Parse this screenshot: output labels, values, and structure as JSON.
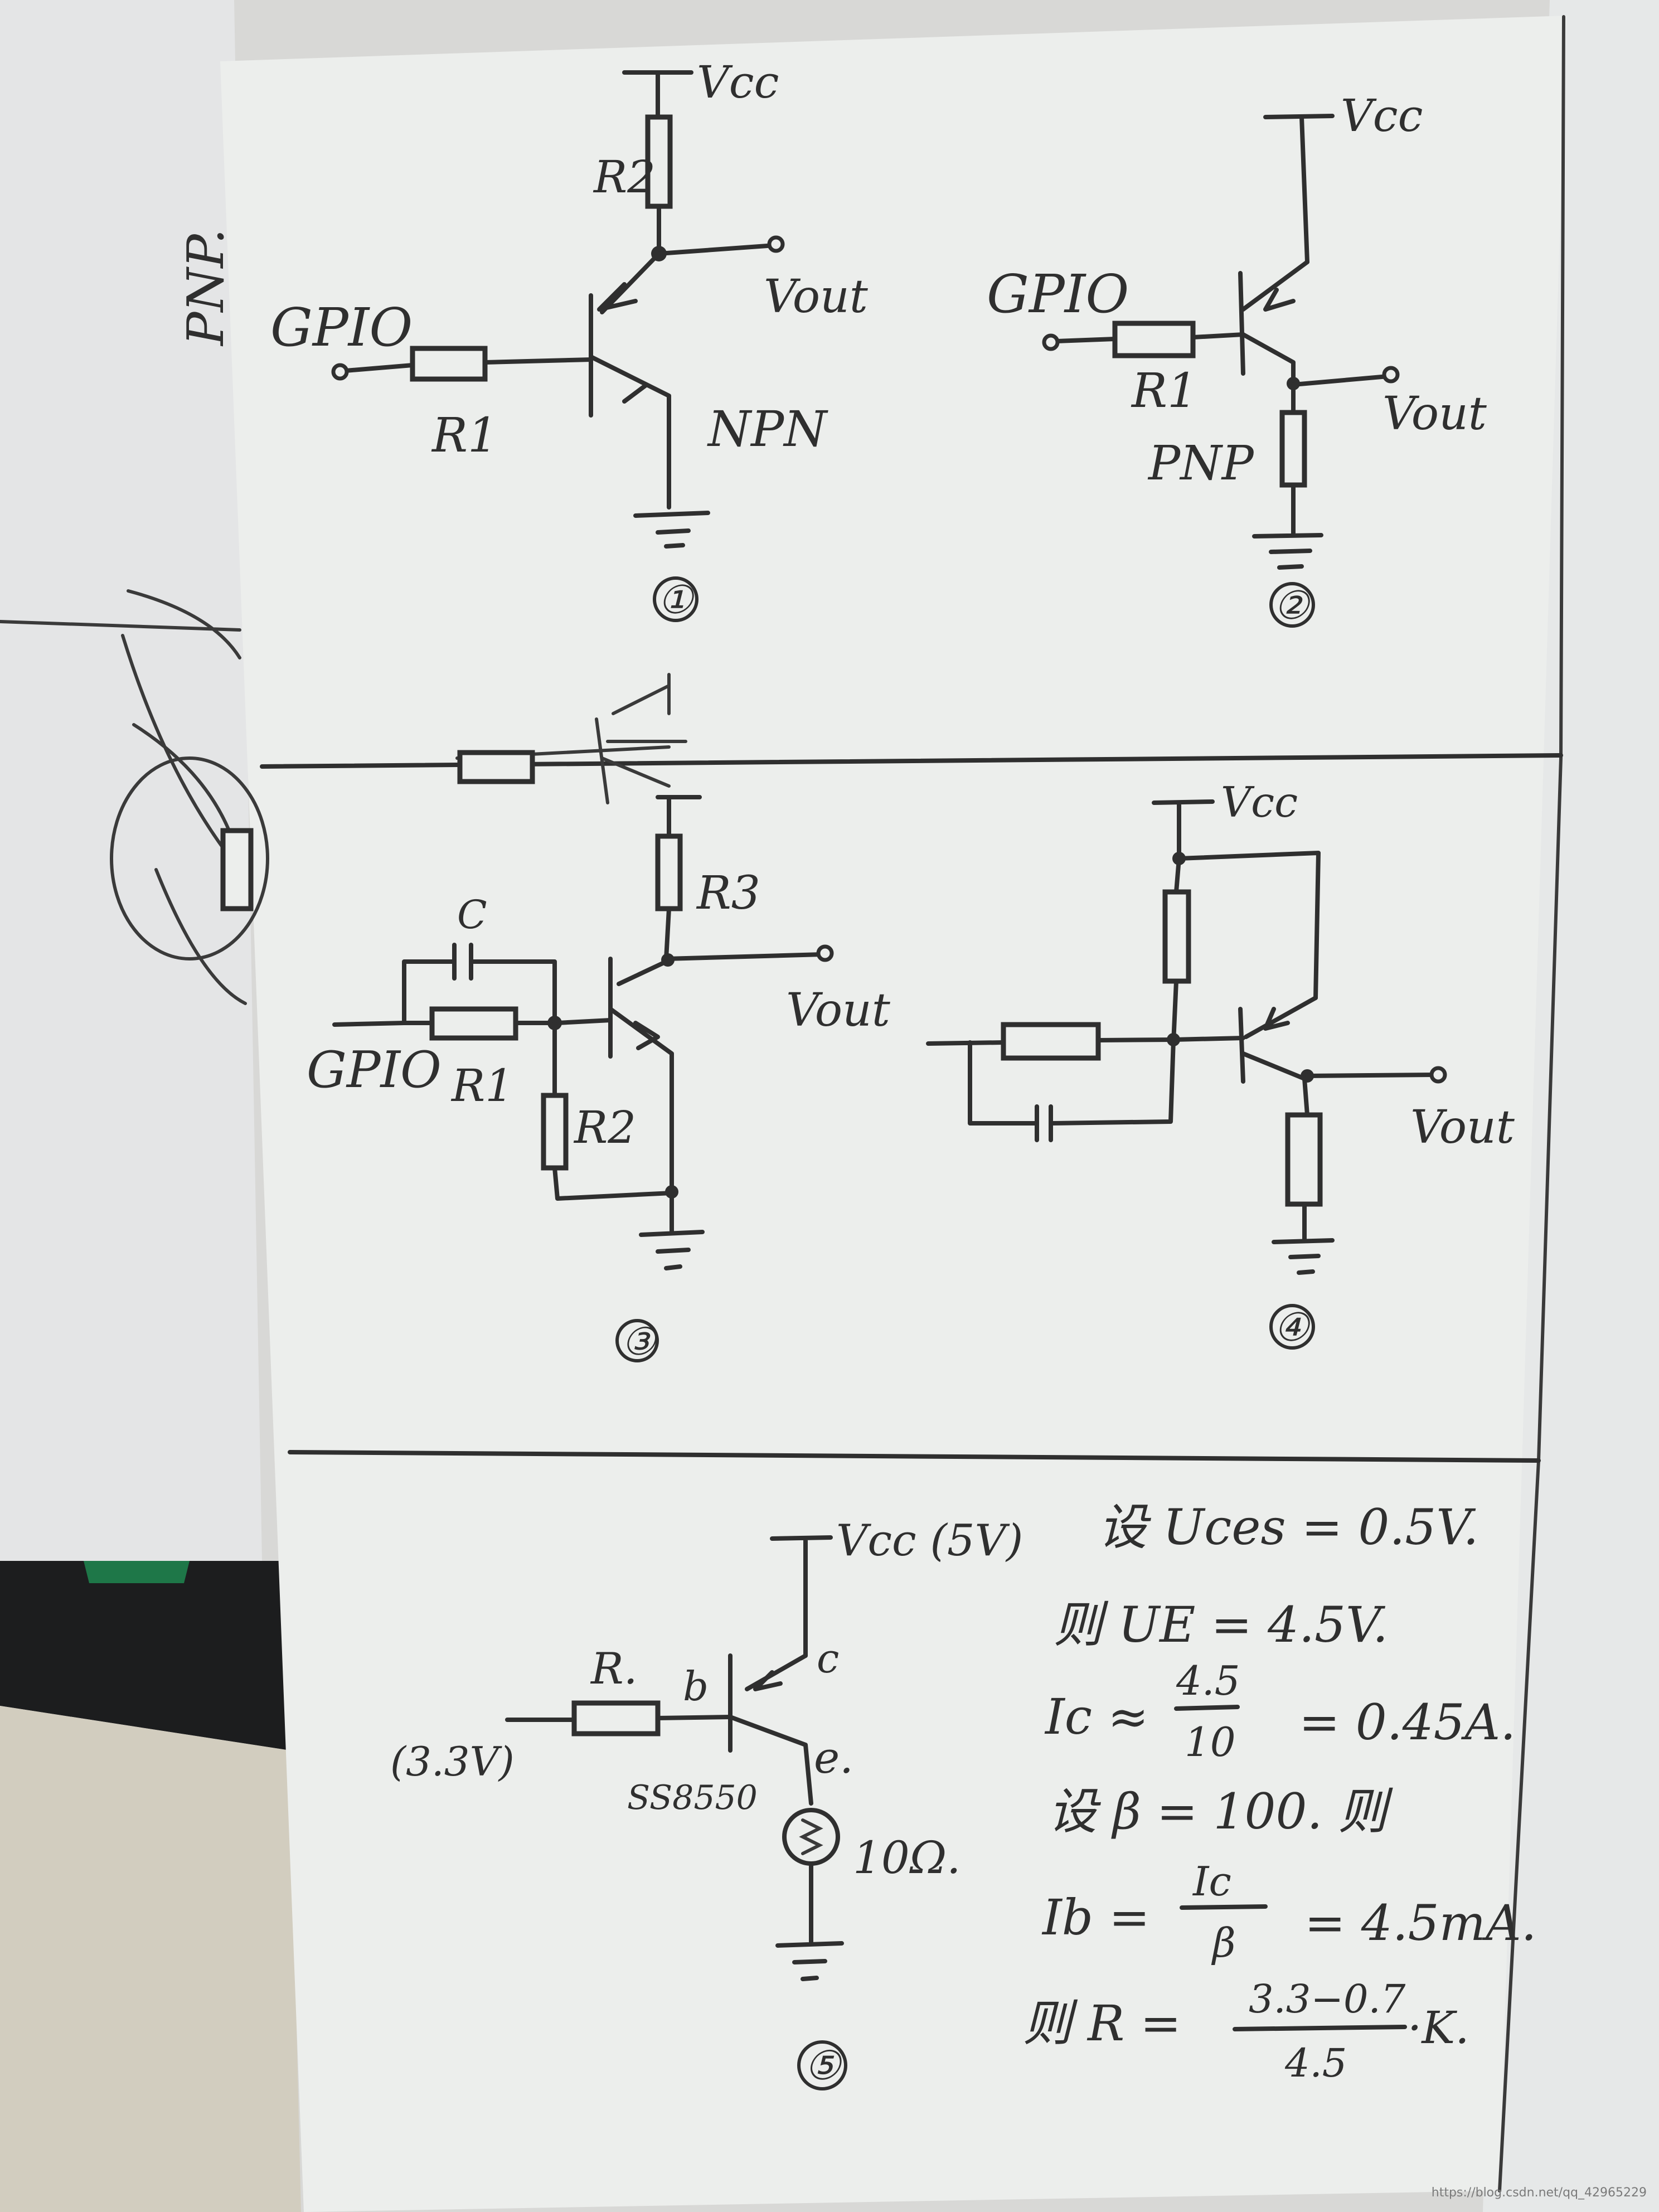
{
  "watermark": "https://blog.csdn.net/qq_42965229",
  "side_label": "PNP.",
  "circuit1": {
    "vcc": "Vcc",
    "r2": "R2",
    "vout": "Vout",
    "gpio": "GPIO",
    "r1": "R1",
    "type": "NPN",
    "number": "①"
  },
  "circuit2": {
    "vcc": "Vcc",
    "gpio": "GPIO",
    "r1": "R1",
    "type": "PNP",
    "vout": "Vout",
    "number": "②"
  },
  "circuit3": {
    "c": "C",
    "r3": "R3",
    "vout": "Vout",
    "gpio": "GPIO",
    "r1": "R1",
    "r2": "R2",
    "number": "③"
  },
  "circuit4": {
    "vcc": "Vcc",
    "vout": "Vout",
    "number": "④"
  },
  "circuit5": {
    "vcc": "Vcc (5V)",
    "r": "R.",
    "b": "b",
    "c": "c",
    "e": "e.",
    "input": "(3.3V)",
    "part": "SS8550",
    "load": "10Ω.",
    "number": "⑤"
  },
  "calc": {
    "line1": "设 Uces = 0.5V.",
    "line2": "则 UE = 4.5V.",
    "line3a": "Ic ≈",
    "line3num": "4.5",
    "line3den": "10",
    "line3b": "= 0.45A.",
    "line4": "设 β = 100. 则",
    "line5a": "Ib =",
    "line5num": "Ic",
    "line5den": "β",
    "line5b": "= 4.5mA.",
    "line6a": "则 R =",
    "line6num": "3.3−0.7",
    "line6den": "4.5",
    "line6b": "·K."
  }
}
